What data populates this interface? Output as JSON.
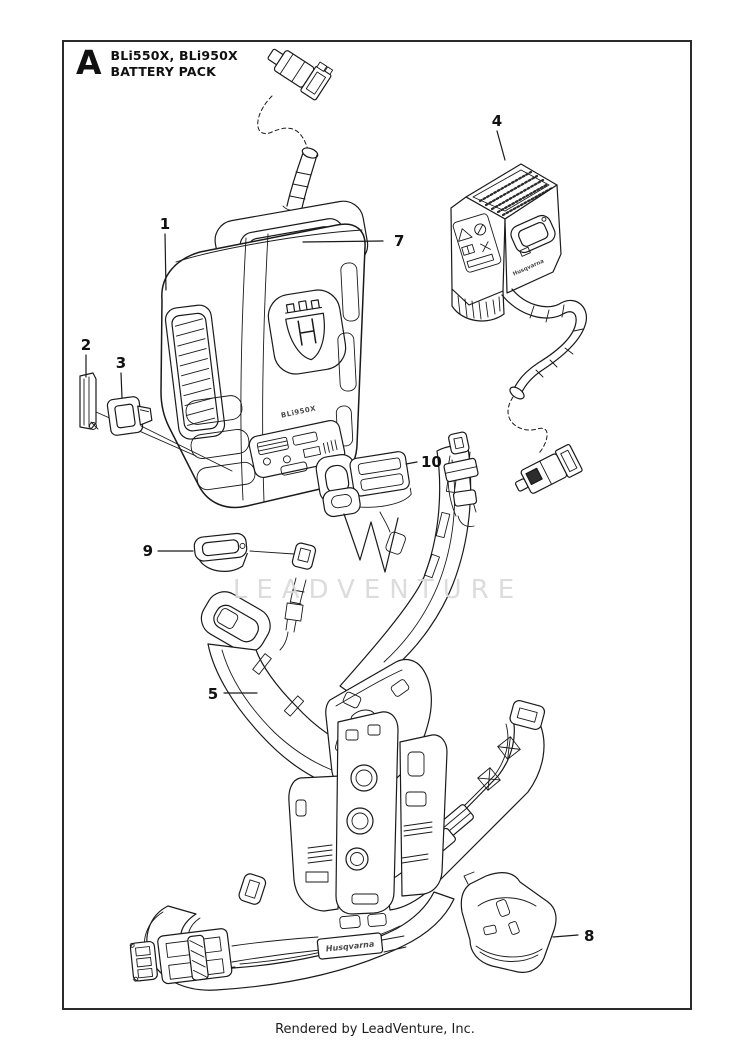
{
  "header": {
    "section_letter": "A",
    "title_line1": "BLi550X, BLi950X",
    "title_line2": "BATTERY PACK"
  },
  "callouts": {
    "c1": "1",
    "c2": "2",
    "c3": "3",
    "c4": "4",
    "c5": "5",
    "c7": "7",
    "c8": "8",
    "c9": "9",
    "c10": "10"
  },
  "drawing_labels": {
    "battery_model": "BLi950X",
    "brand": "Husqvarna"
  },
  "icons": {
    "husqvarna_crown_logo": "crown-h-emblem",
    "warning_triangle": "warning-triangle",
    "read_manual": "read-manual-book",
    "no_fire": "circle-slash",
    "no_dispose": "crossed-out"
  },
  "watermark": {
    "text": "LEADVENTURE",
    "logo": "leadventure-w-mark"
  },
  "footer": {
    "credit": "Rendered by LeadVenture, Inc."
  },
  "colors": {
    "line": "#1a1a1a",
    "frame": "#2b2b2b",
    "background": "#ffffff",
    "watermark_text": "#d9d9d9",
    "watermark_logo": "#e3e3e3"
  }
}
